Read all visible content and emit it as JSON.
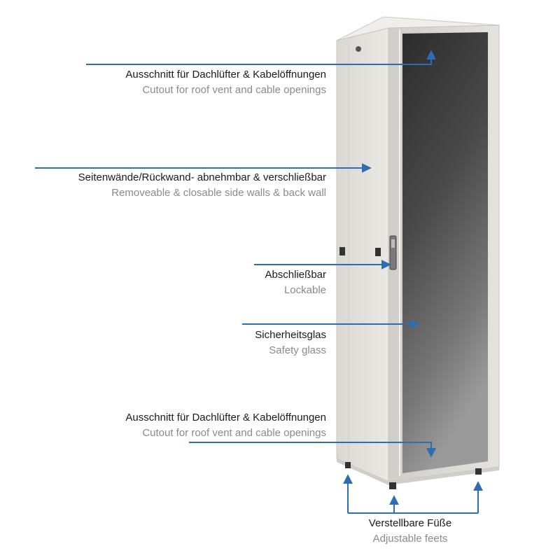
{
  "annotations": [
    {
      "id": "roof-cutout-top",
      "de": "Ausschnitt für Dachlüfter & Kabelöffnungen",
      "en": "Cutout for roof vent and cable openings"
    },
    {
      "id": "side-walls",
      "de": "Seitenwände/Rückwand- abnehmbar & verschließbar",
      "en": "Removeable & closable side walls & back wall"
    },
    {
      "id": "lockable",
      "de": "Abschließbar",
      "en": "Lockable"
    },
    {
      "id": "safety-glass",
      "de": "Sicherheitsglas",
      "en": "Safety glass"
    },
    {
      "id": "roof-cutout-bottom",
      "de": "Ausschnitt für Dachlüfter & Kabelöffnungen",
      "en": "Cutout for roof vent and cable openings"
    },
    {
      "id": "adjustable-feet",
      "de": "Verstellbare Füße",
      "en": "Adjustable feets"
    }
  ],
  "colors": {
    "arrow": "#2f6db3",
    "cabinet_body": "#dddcd7",
    "cabinet_side": "#e6e5e0",
    "glass": "#3f3f3f",
    "text_primary": "#1a1a1a",
    "text_secondary": "#8a8a8a"
  }
}
